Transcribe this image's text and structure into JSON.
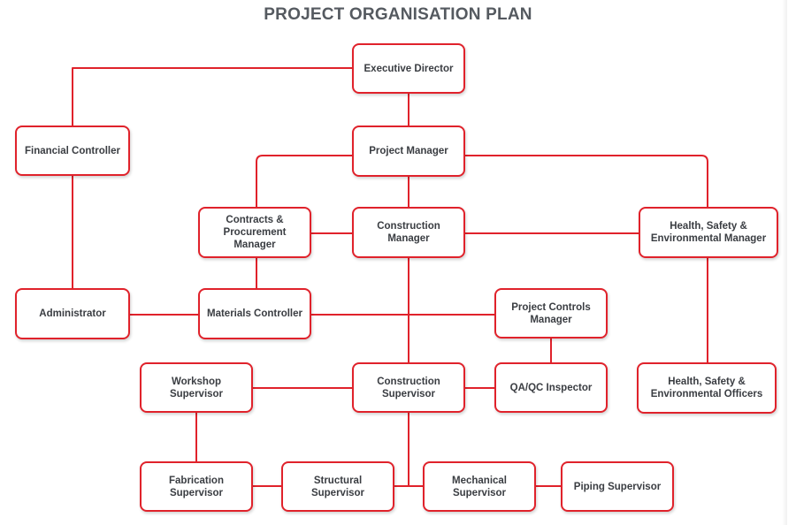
{
  "title": "PROJECT ORGANISATION PLAN",
  "colors": {
    "connector": "#e0222b",
    "box_border": "#e0222b",
    "text": "#3a3d42",
    "title": "#555a60"
  },
  "roles": {
    "executive_director": "Executive Director",
    "financial_controller": "Financial Controller",
    "project_manager": "Project Manager",
    "contracts_procurement_manager": "Contracts & Procurement Manager",
    "construction_manager": "Construction Manager",
    "hse_manager": "Health, Safety & Environmental Manager",
    "administrator": "Administrator",
    "materials_controller": "Materials Controller",
    "project_controls_manager": "Project Controls Manager",
    "workshop_supervisor": "Workshop Supervisor",
    "construction_supervisor": "Construction Supervisor",
    "qa_qc_inspector": "QA/QC Inspector",
    "hse_officers": "Health, Safety & Environmental Officers",
    "fabrication_supervisor": "Fabrication Supervisor",
    "structural_supervisor": "Structural Supervisor",
    "mechanical_supervisor": "Mechanical Supervisor",
    "piping_supervisor": "Piping Supervisor"
  }
}
